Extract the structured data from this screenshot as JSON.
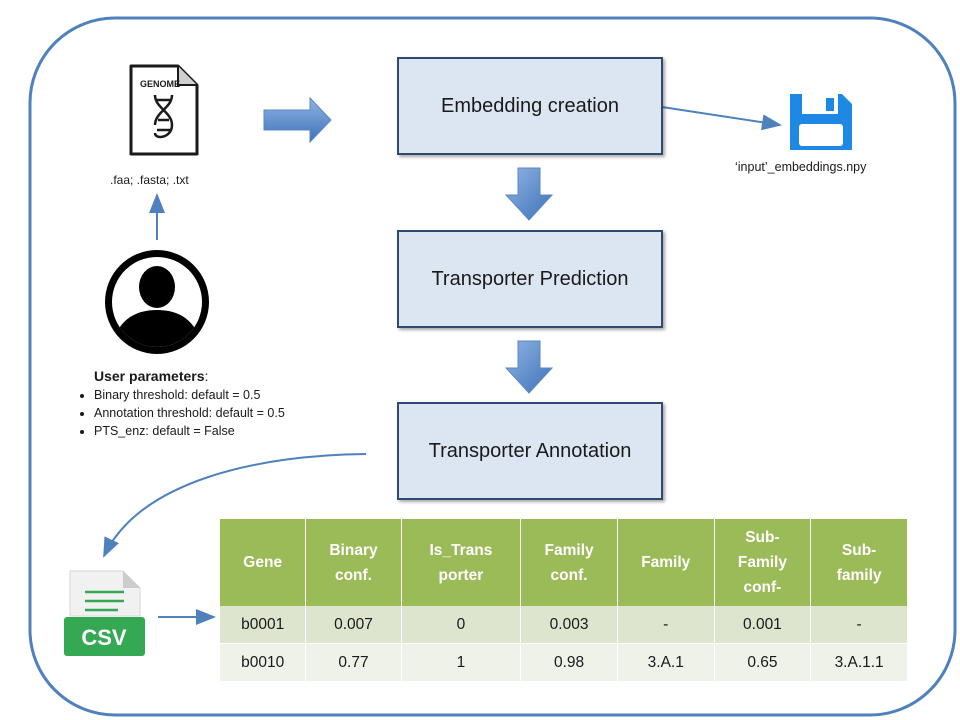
{
  "steps": {
    "embedding": "Embedding creation",
    "prediction": "Transporter Prediction",
    "annotation": "Transporter Annotation"
  },
  "input_doc_label": "GENOME",
  "input_formats": ".faa; .fasta; .txt",
  "embeddings_file": "‘input’_embeddings.npy",
  "user_parameters": {
    "title": "User parameters",
    "title_suffix": ":",
    "items": [
      "Binary threshold: default = 0.5",
      "Annotation threshold: default = 0.5",
      "PTS_enz: default = False"
    ]
  },
  "csv_label": "CSV",
  "table": {
    "headers": [
      [
        "Gene"
      ],
      [
        "Binary",
        "conf."
      ],
      [
        "Is_Trans",
        "porter"
      ],
      [
        "Family",
        "conf."
      ],
      [
        "Family"
      ],
      [
        "Sub-",
        "Family",
        "conf-"
      ],
      [
        "Sub-",
        "family"
      ]
    ],
    "rows": [
      [
        "b0001",
        "0.007",
        "0",
        "0.003",
        "-",
        "0.001",
        "-"
      ],
      [
        "b0010",
        "0.77",
        "1",
        "0.98",
        "3.A.1",
        "0.65",
        "3.A.1.1"
      ]
    ]
  },
  "colors": {
    "frame": "#4f81bd",
    "box_fill": "#dce6f2",
    "box_border": "#2f4a6e",
    "table_header": "#9bbb59",
    "csv_green": "#34a853",
    "save_blue": "#1e88e5"
  },
  "icons": [
    "genome-file-icon",
    "dna-icon",
    "user-icon",
    "csv-file-icon",
    "save-disk-icon",
    "arrow-icon"
  ]
}
